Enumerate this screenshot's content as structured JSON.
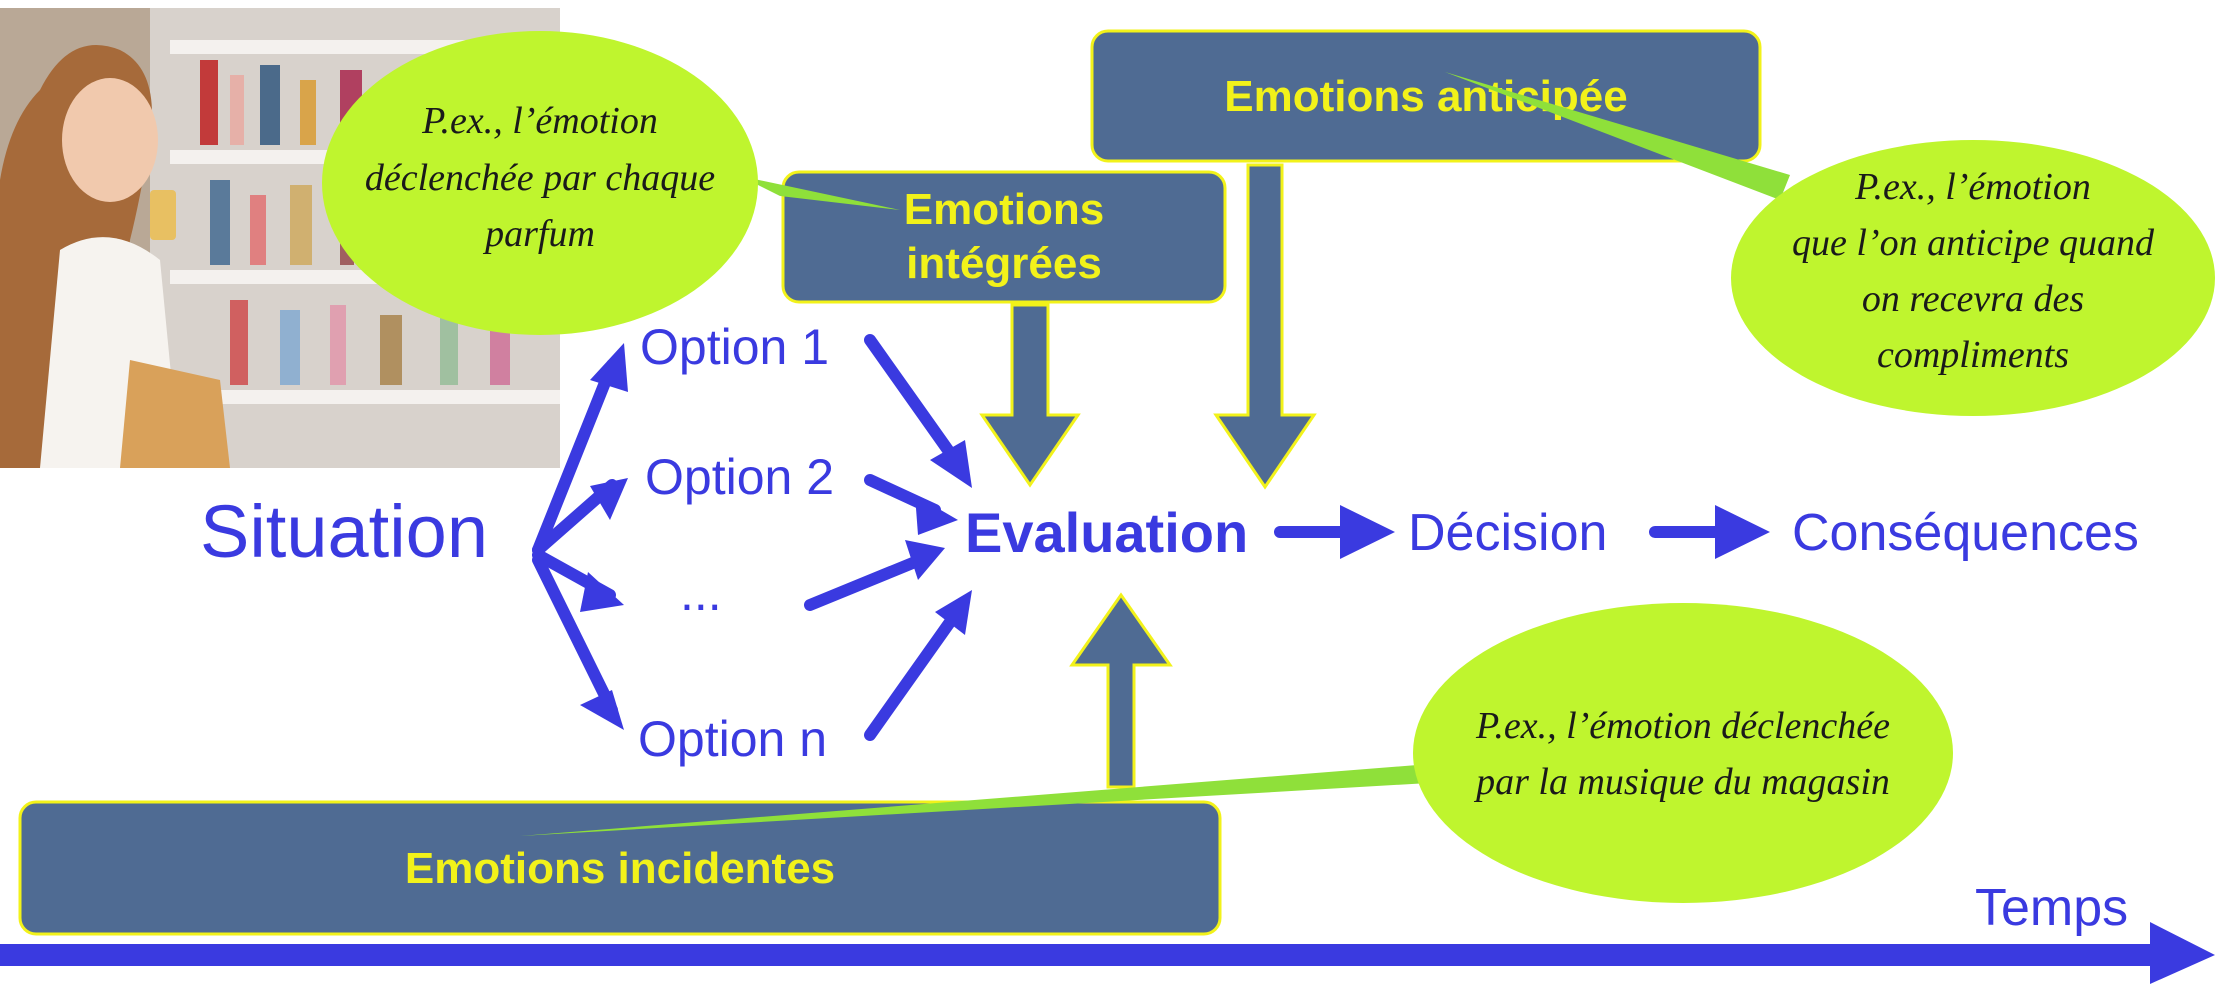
{
  "flow": {
    "situation": "Situation",
    "options": [
      "Option 1",
      "Option 2",
      "...",
      "Option n"
    ],
    "evaluation": "Evaluation",
    "decision": "Décision",
    "consequences": "Conséquences"
  },
  "emotion_boxes": {
    "integrated": [
      "Emotions",
      "intégrées"
    ],
    "anticipated": "Emotions anticipée",
    "incidental": "Emotions incidentes"
  },
  "bubbles": {
    "integrated_example": [
      "P.ex., l’émotion",
      "déclenchée par chaque",
      "parfum"
    ],
    "anticipated_example": [
      "P.ex., l’émotion",
      "que l’on anticipe quand",
      "on recevra des",
      "compliments"
    ],
    "incidental_example": [
      "P.ex., l’émotion déclenchée",
      "par la musique du magasin"
    ]
  },
  "timeline": {
    "label": "Temps"
  },
  "photo": {
    "icon": "woman-smelling-perfume-photo"
  },
  "colors": {
    "flow_blue": "#3a3ae0",
    "box_fill": "#4f6b93",
    "box_text": "#f2f21a",
    "bubble_fill": "#bff52e",
    "pointer_green": "#8fe03a"
  }
}
